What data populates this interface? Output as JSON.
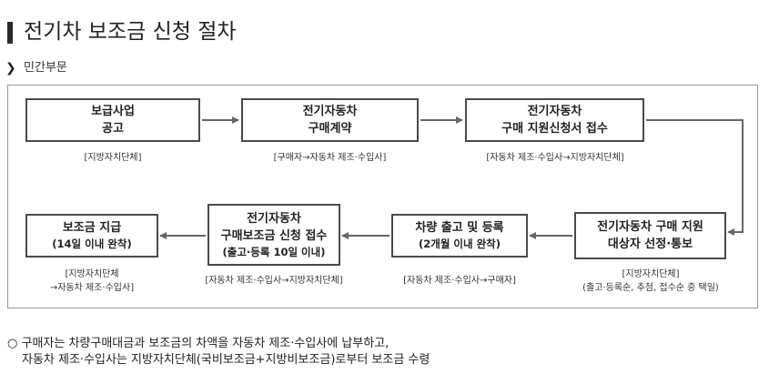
{
  "title": "전기차 보조금 신청 절차",
  "subtitle": "민간부문",
  "steps": [
    {
      "line1": "보급사업",
      "line2": "공고",
      "caption": "[지방자치단체]"
    },
    {
      "line1": "전기자동차",
      "line2": "구매계약",
      "caption": "[구매자→자동차 제조·수입사]"
    },
    {
      "line1": "전기자동차",
      "line2": "구매 지원신청서 접수",
      "caption": "[자동차 제조·수입사→지방자치단체]"
    },
    {
      "line1": "전기자동차 구매 지원",
      "line2": "대상자 선정·통보",
      "caption1": "[지방자치단체]",
      "caption2": "(출고·등록순, 추첨, 접수순 중 택일)"
    },
    {
      "line1": "차량 출고 및 등록",
      "line2": "(2개월 이내 완착)",
      "caption": "[자동차 제조·수입사→구매자]"
    },
    {
      "line1": "전기자동차",
      "line2": "구매보조금 신청 접수",
      "line3": "(출고·등록 10일 이내)",
      "caption": "[자동차 제조·수입사→지방자치단체]"
    },
    {
      "line1": "보조금 지급",
      "line2": "(14일 이내 완착)",
      "caption1": "[지방자치단체",
      "caption2": "→자동차 제조·수입사]"
    }
  ],
  "note": {
    "bullet": "○",
    "line1": "구매자는 차량구매대금과 보조금의 차액을 자동차 제조·수입사에 납부하고,",
    "line2": "자동차 제조·수입사는 지방자치단체(국비보조금+지방비보조금)로부터 보조금 수령"
  }
}
